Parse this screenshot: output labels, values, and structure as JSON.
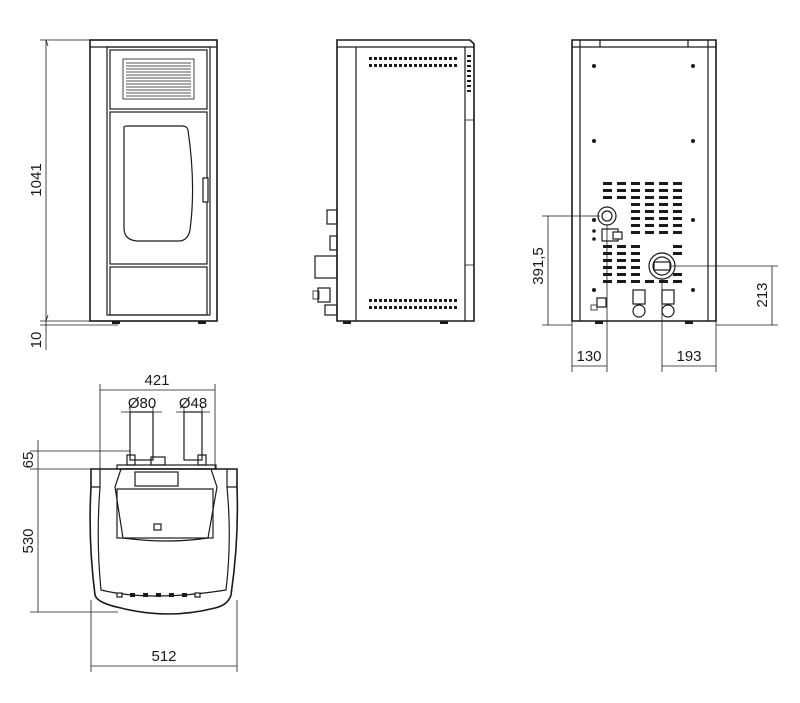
{
  "dimensions": {
    "front_height": "1041",
    "front_feet": "10",
    "rear_outlet_height": "391,5",
    "rear_inlet_height": "213",
    "rear_outlet_offset": "130",
    "rear_inlet_offset": "193",
    "top_depth_overall": "421",
    "flue_diameter": "Ø80",
    "air_diameter": "Ø48",
    "top_pipe_projection": "65",
    "top_body_depth": "530",
    "top_width": "512"
  }
}
